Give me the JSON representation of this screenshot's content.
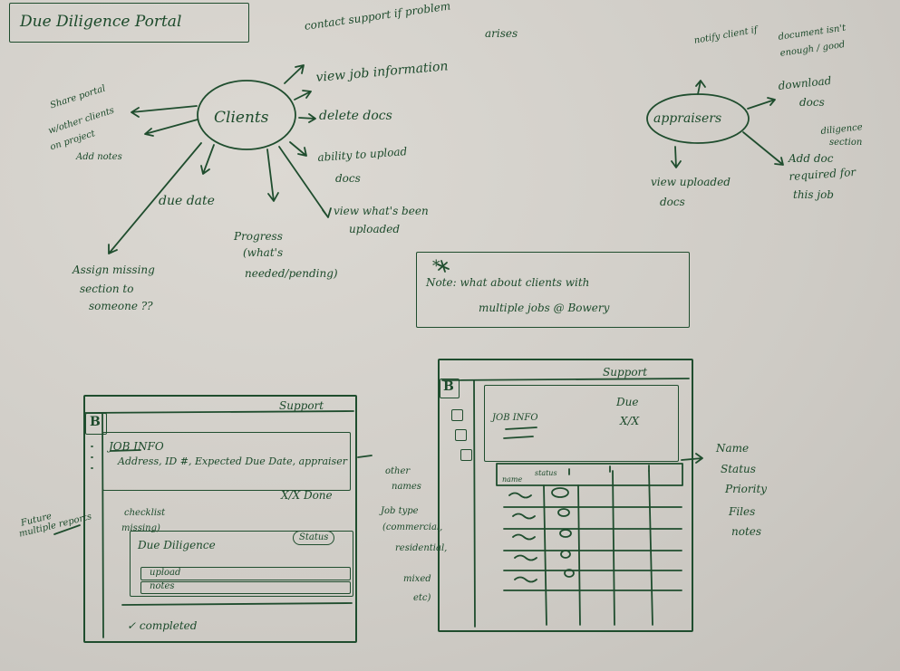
{
  "title": "Due Diligence Portal",
  "clients": {
    "label": "Clients",
    "items": [
      {
        "text": "contact support if problem arises",
        "lines": [
          "contact support if problem",
          "arises"
        ]
      },
      {
        "text": "view job information"
      },
      {
        "text": "delete docs"
      },
      {
        "text": "ability to upload docs",
        "lines": [
          "ability to upload",
          "docs"
        ]
      },
      {
        "text": "view what's been uploaded",
        "lines": [
          "view what's been",
          "uploaded"
        ]
      },
      {
        "text": "Progress (what's needed/pending)",
        "lines": [
          "Progress",
          "(what's",
          "needed/pending)"
        ]
      },
      {
        "text": "due date"
      },
      {
        "text": "Assign missing section to someone ??",
        "lines": [
          "Assign missing",
          "section to",
          "someone ??"
        ]
      },
      {
        "text": "Share portal w/other clients on project",
        "lines": [
          "Share portal",
          "w/other clients",
          "on project"
        ]
      },
      {
        "text": "Add notes"
      }
    ]
  },
  "appraisers": {
    "label": "appraisers",
    "items": [
      {
        "text": "notify client if document isn't enough / good",
        "lines": [
          "notify client if",
          "document isn't",
          "enough / good"
        ]
      },
      {
        "text": "download docs",
        "lines": [
          "download",
          "docs"
        ]
      },
      {
        "text": "diligence section",
        "lines": [
          "diligence",
          "section"
        ]
      },
      {
        "text": "Add doc required for this job",
        "lines": [
          "Add doc",
          "required for",
          "this job"
        ]
      },
      {
        "text": "view uploaded docs",
        "lines": [
          "view uploaded",
          "docs"
        ]
      }
    ]
  },
  "note": {
    "marker": "*",
    "lines": [
      "Note: what about clients with",
      "multiple jobs @ Bowery"
    ]
  },
  "wireframe_left": {
    "logo": "B",
    "support": "Support",
    "job_info_title": "JOB INFO",
    "job_info_details": "Address, ID #, Expected Due Date, appraiser",
    "done_count": "X/X Done",
    "checklist_lines": [
      "checklist",
      "missing)"
    ],
    "section_title": "Due Diligence",
    "status_badge": "Status",
    "row1": "upload",
    "row2": "notes",
    "completed": "✓ completed",
    "side_note_lines": [
      "Future",
      "multiple reports"
    ],
    "annotation_lines": [
      "other",
      "names",
      "Job type",
      "(commercial,",
      "residential,",
      "mixed",
      "etc)"
    ]
  },
  "wireframe_right": {
    "logo": "B",
    "support": "Support",
    "job_info_title": "JOB INFO",
    "due_label": "Due",
    "due_value": "X/X",
    "table_headers": [
      "name",
      "status"
    ],
    "columns_list": [
      "Name",
      "Status",
      "Priority",
      "Files",
      "notes"
    ],
    "table_rows": 6
  }
}
